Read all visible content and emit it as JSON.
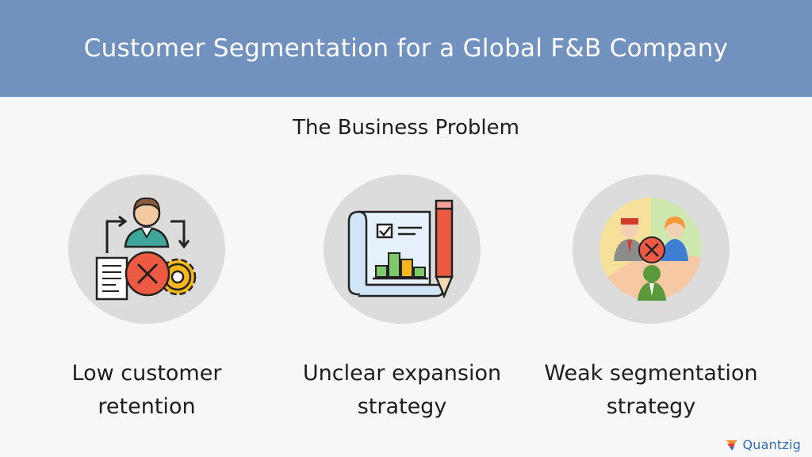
{
  "header": {
    "title": "Customer Segmentation for a Global F&B Company"
  },
  "section": {
    "subtitle": "The Business Problem"
  },
  "cards": [
    {
      "icon": "customer-retention-icon",
      "line1": "Low customer",
      "line2": "retention"
    },
    {
      "icon": "blueprint-strategy-icon",
      "line1": "Unclear expansion",
      "line2": "strategy"
    },
    {
      "icon": "segmentation-pie-icon",
      "line1": "Weak segmentation",
      "line2": "strategy"
    }
  ],
  "brand": {
    "logo_text": "Quantzig",
    "accent": "#2f6db5",
    "header_color": "#7191be"
  }
}
